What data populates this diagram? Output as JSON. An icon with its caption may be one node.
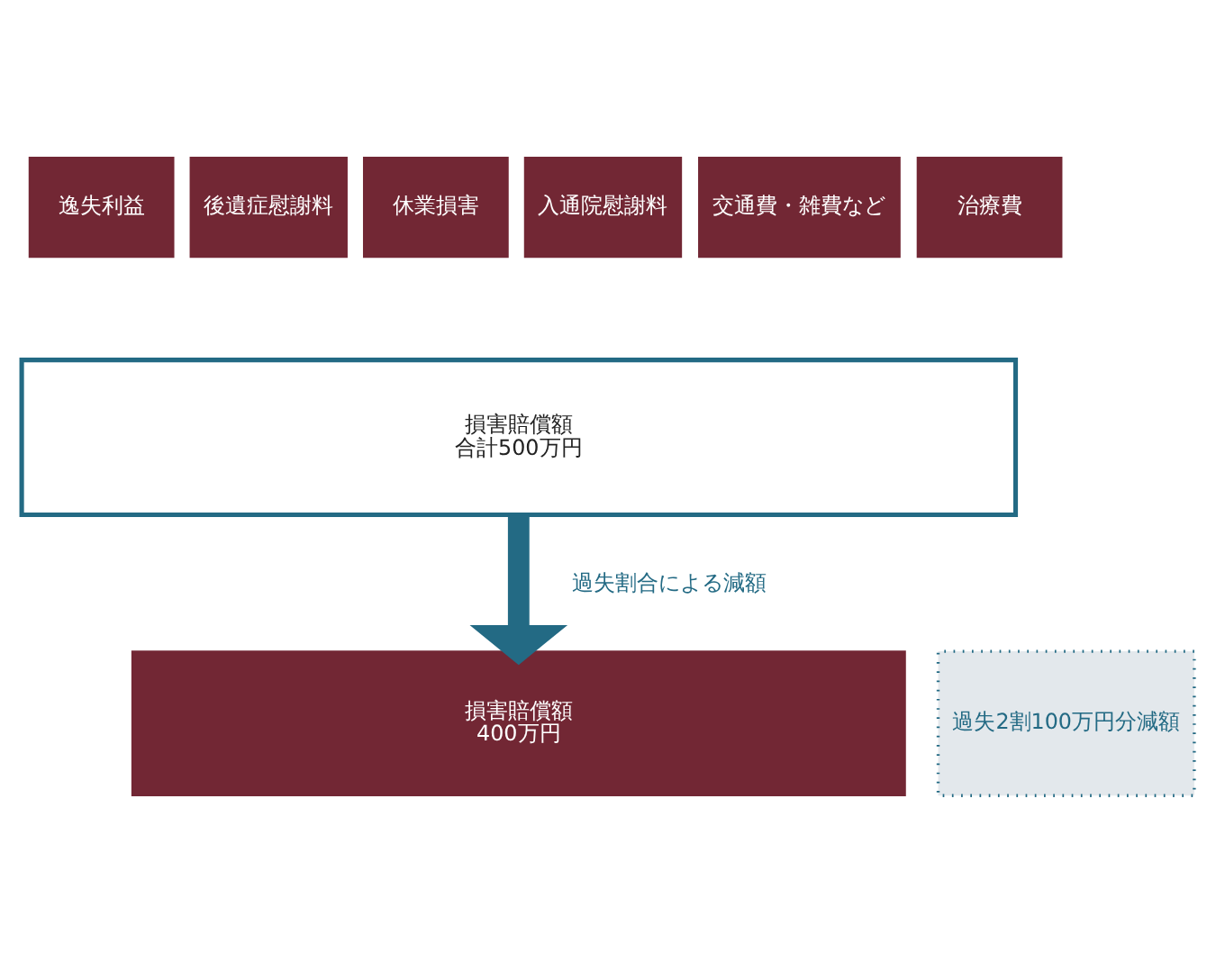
{
  "diagram": {
    "nodes": [
      {
        "text": [
          "逸失利益"
        ]
      },
      {
        "text": [
          "後遺症慰謝料"
        ]
      },
      {
        "text": [
          "休業損害"
        ]
      },
      {
        "text": [
          "入通院慰謝料"
        ]
      },
      {
        "text": [
          "交通費・雑費など"
        ]
      },
      {
        "text": [
          "治療費"
        ]
      },
      {
        "text": [
          "損害賠償額",
          "合計500万円"
        ]
      },
      {
        "text": [
          "損害賠償額",
          "400万円"
        ]
      },
      {
        "text": [
          "過失2割100万円分減額"
        ]
      }
    ],
    "edges": [
      {
        "from": 6,
        "to": 7,
        "arrow": "to",
        "label": "過失割合による減額",
        "color": "#236a84"
      }
    ]
  }
}
